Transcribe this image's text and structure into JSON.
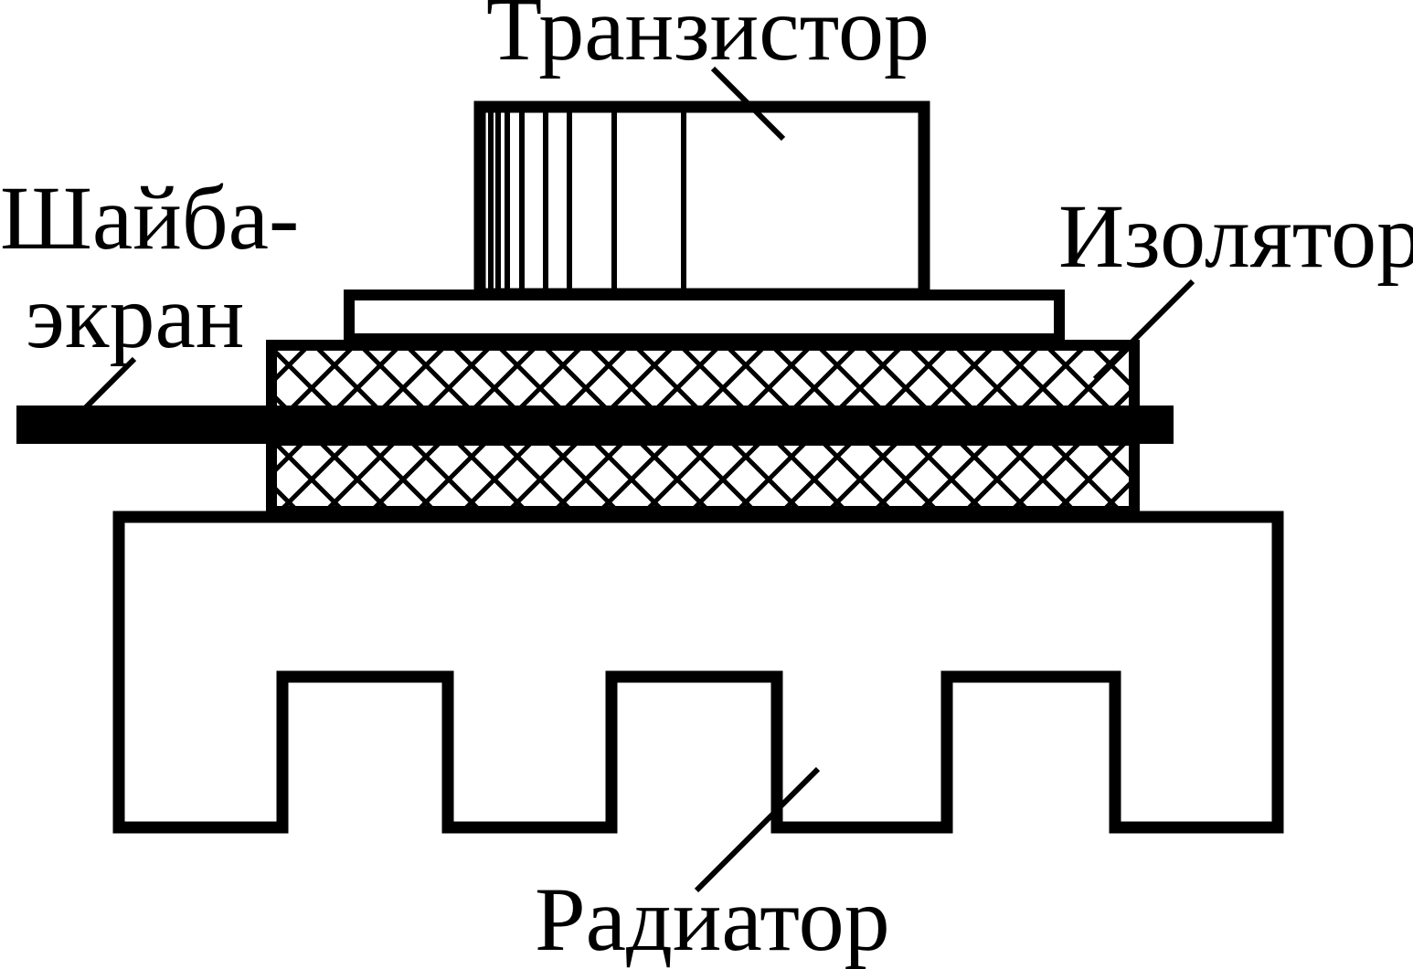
{
  "labels": {
    "transistor": "Транзистор",
    "insulator": "Изолятор",
    "washer_line1": "Шайба-",
    "washer_line2": "экран",
    "radiator": "Радиатор"
  },
  "colors": {
    "stroke": "#000000",
    "background": "#ffffff"
  }
}
